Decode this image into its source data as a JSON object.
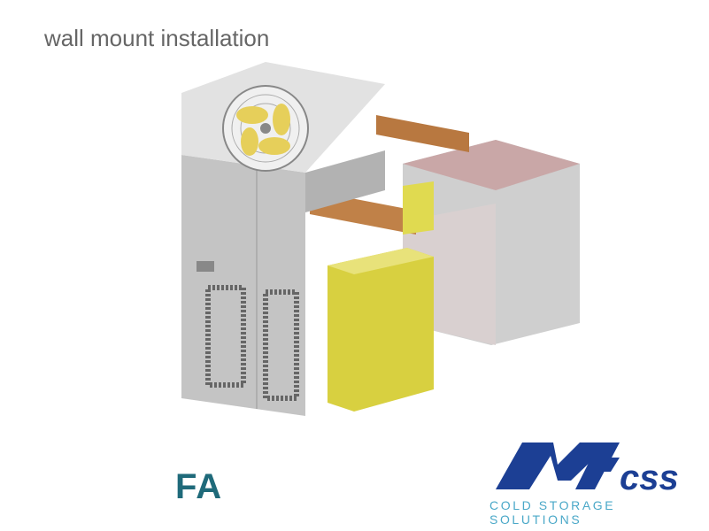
{
  "caption": "wall mount installation",
  "model": "FA",
  "logo": {
    "name": "MTcss",
    "tagline": "COLD STORAGE SOLUTIONS",
    "color": "#1c3f94",
    "tagline_color": "#4aa8c8"
  }
}
